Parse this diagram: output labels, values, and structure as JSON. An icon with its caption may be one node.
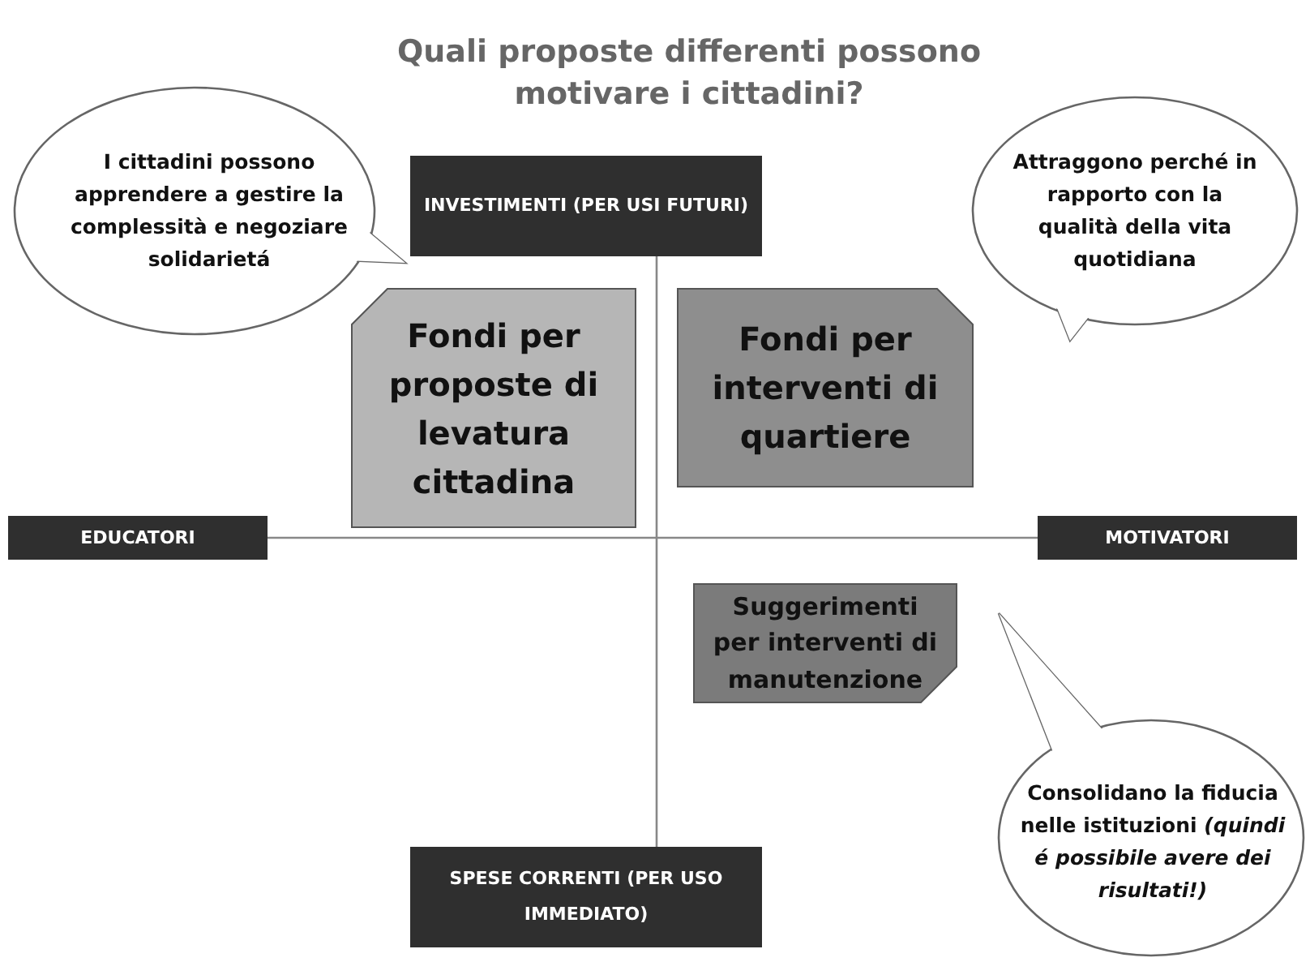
{
  "diagram": {
    "title": "Quali proposte differenti possono motivare i cittadini?",
    "nodes": [
      {
        "text": [
          "INVESTIMENTI (PER USI FUTURI)"
        ]
      },
      {
        "text": [
          "EDUCATORI"
        ]
      },
      {
        "text": [
          "MOTIVATORI"
        ]
      },
      {
        "text": [
          "SPESE CORRENTI (PER USO IMMEDIATO)"
        ]
      },
      {
        "text": [
          "Fondi per proposte di levatura cittadina"
        ]
      },
      {
        "text": [
          "Fondi per interventi di quartiere"
        ]
      },
      {
        "text": [
          "Suggerimenti per interventi di manutenzione"
        ]
      },
      {
        "text": [
          "I cittadini possono apprendere a gestire la complessità e negoziare solidarietá"
        ]
      },
      {
        "text": [
          "Attraggono perché in rapporto con la qualità della vita quotidiana"
        ]
      },
      {
        "text": [
          "Consolidano la fiducia nelle istituzioni *(quindi é possibile avere dei risultati!)*"
        ]
      }
    ],
    "edges": [
      {
        "from": 0,
        "to": 3,
        "arrow": "none"
      },
      {
        "from": 1,
        "to": 2,
        "arrow": "none"
      }
    ]
  }
}
